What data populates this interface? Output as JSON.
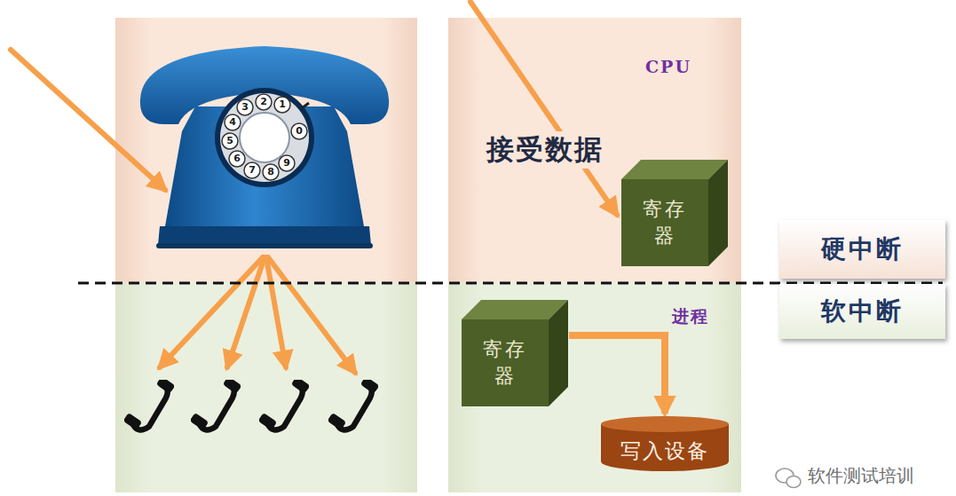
{
  "diagram": {
    "nodes": [
      {
        "text": [
          "CPU",
          "接受数据"
        ]
      },
      {
        "text": [
          "寄存器"
        ],
        "in": 0
      },
      {
        "text": [
          "进程"
        ]
      },
      {
        "text": [
          "寄存器"
        ],
        "in": 2
      },
      {
        "text": [
          "写入设备"
        ],
        "in": 2
      },
      {
        "text": [
          "硬中断"
        ]
      },
      {
        "text": [
          "软中断"
        ]
      }
    ],
    "edges": [
      {
        "from": 3,
        "to": 4,
        "arrow": "to"
      }
    ],
    "labels": [
      "1",
      "2",
      "3",
      "4",
      "5",
      "6",
      "7",
      "8",
      "9",
      "0",
      "软件测试培训"
    ]
  }
}
